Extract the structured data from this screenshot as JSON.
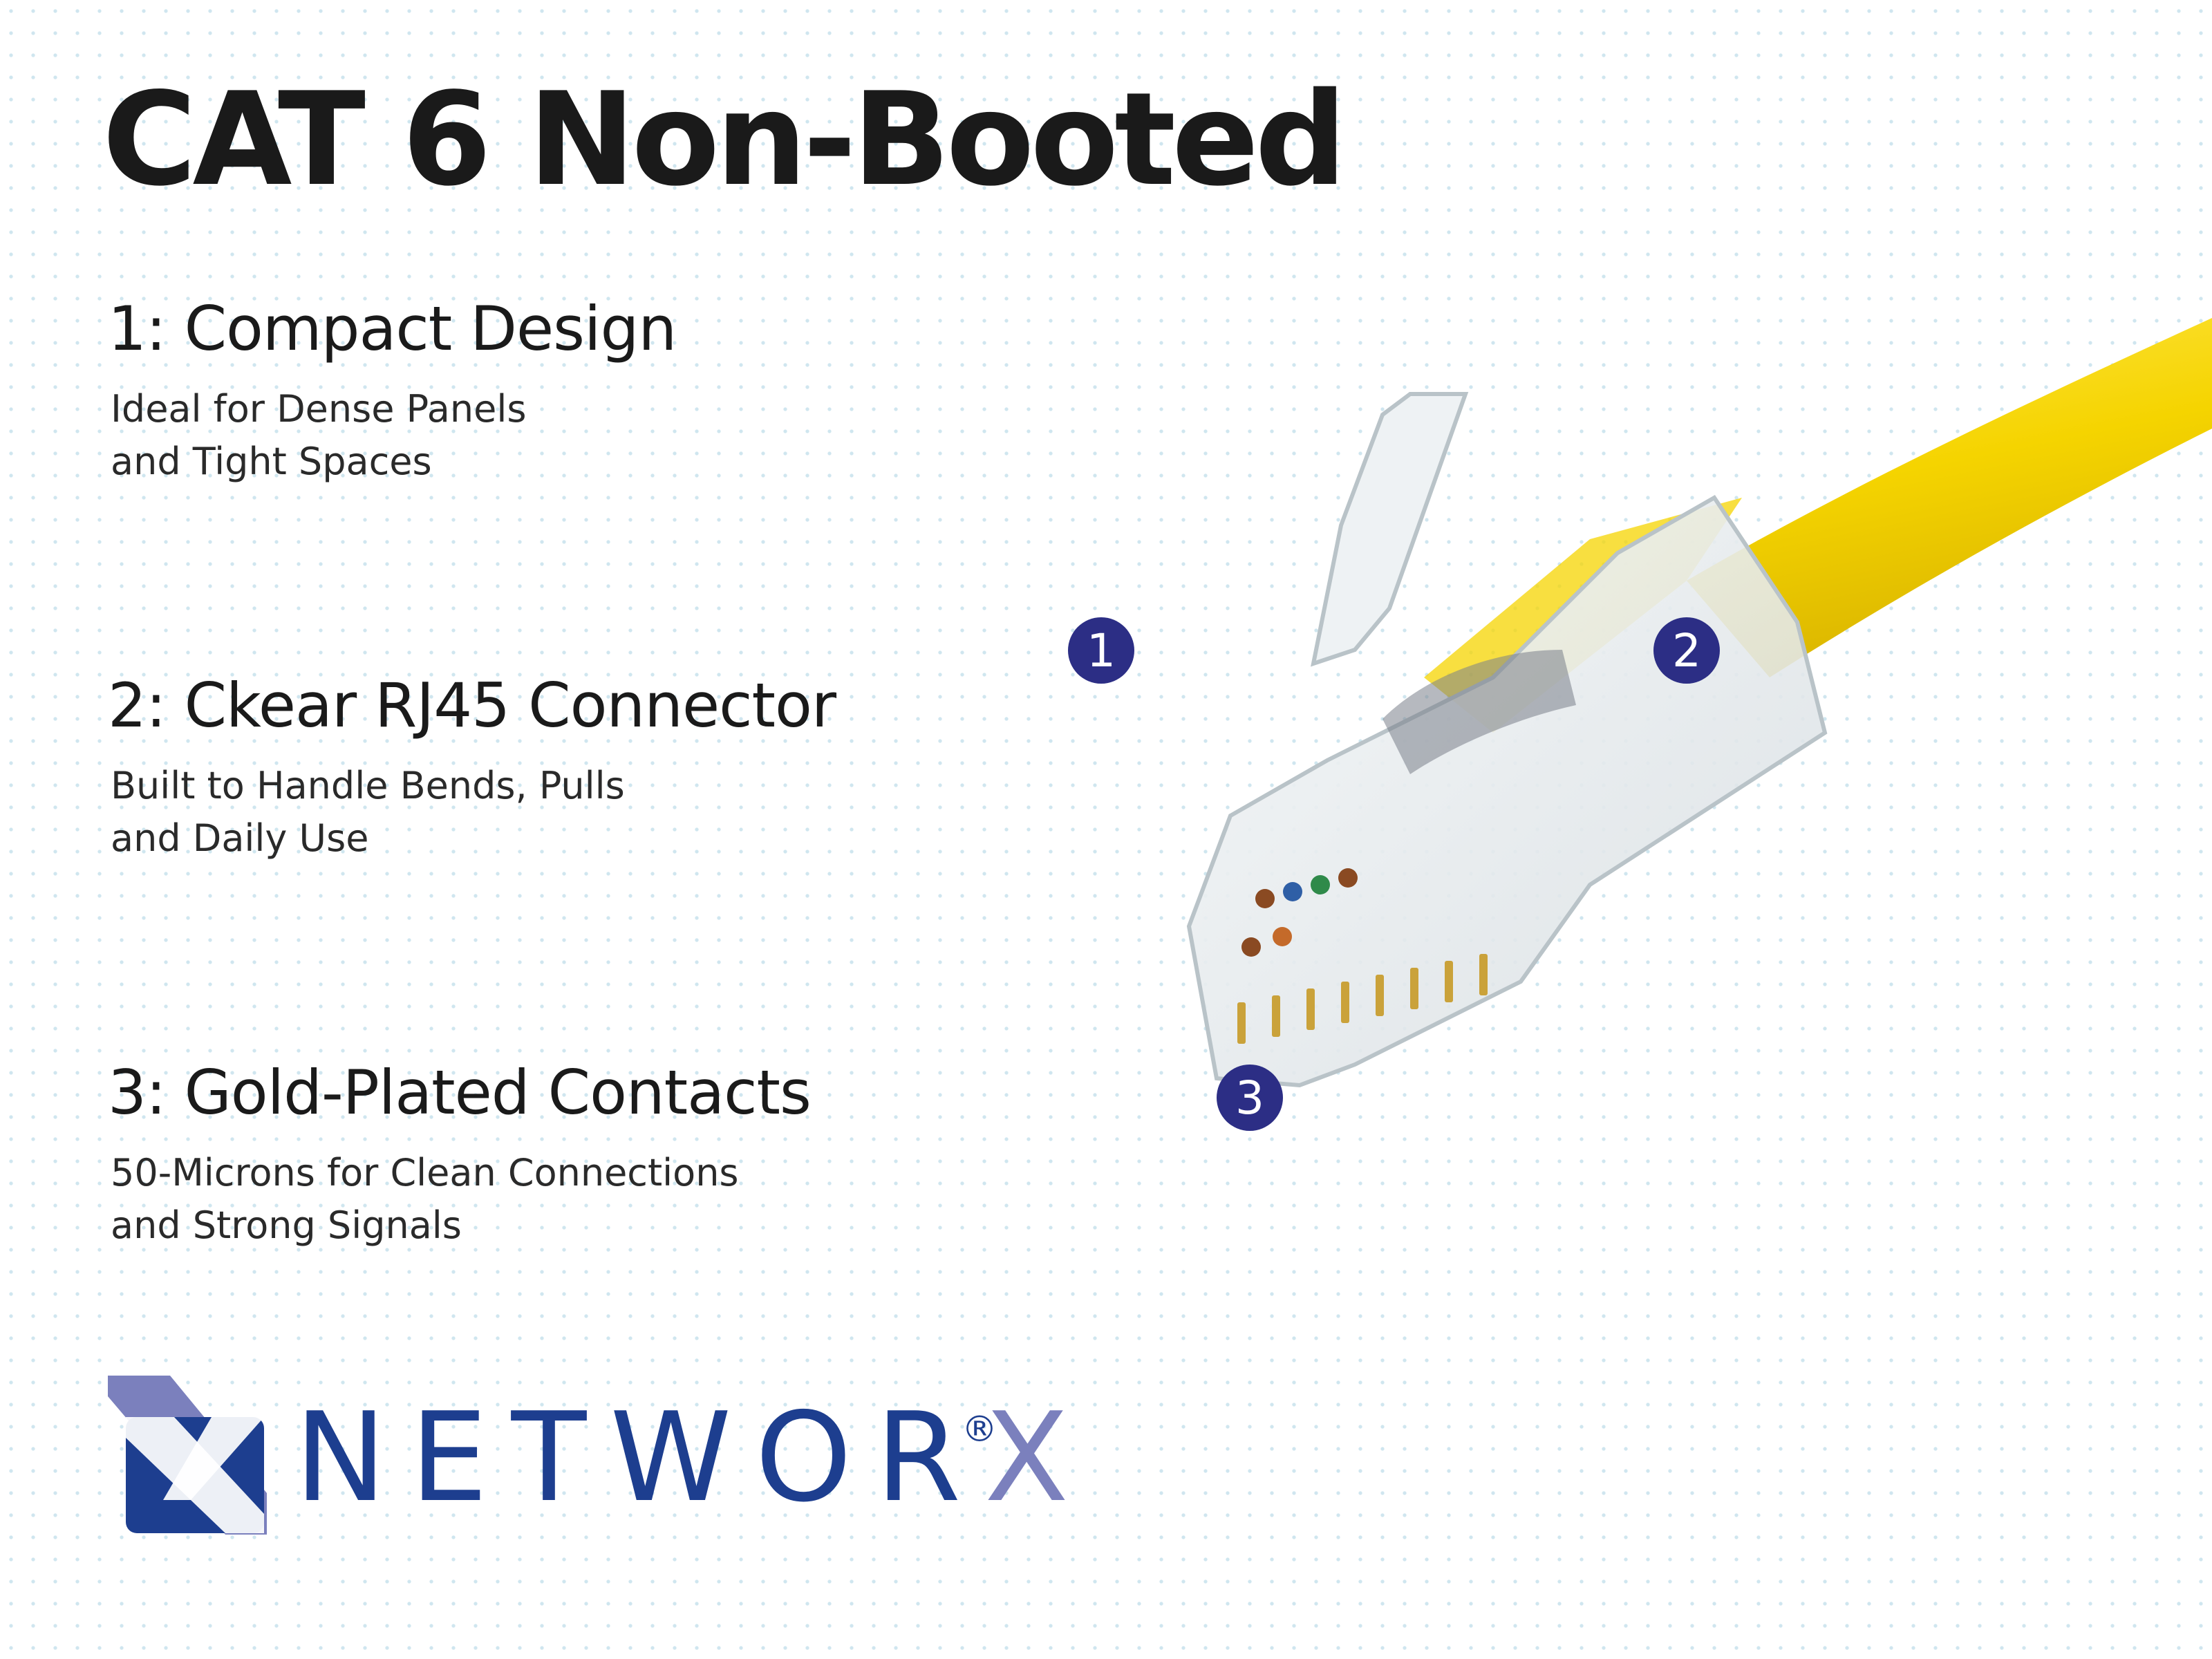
{
  "title": "CAT 6 Non-Booted",
  "features": [
    {
      "heading": "1: Compact Design",
      "lines": [
        "Ideal for Dense Panels",
        "and Tight Spaces"
      ]
    },
    {
      "heading": "2: Ckear RJ45 Connector",
      "lines": [
        "Built to Handle Bends, Pulls",
        "and Daily Use"
      ]
    },
    {
      "heading": "3: Gold-Plated Contacts",
      "lines": [
        "50-Microns for Clean Connections",
        "and Strong Signals"
      ]
    }
  ],
  "markers": [
    "1",
    "2",
    "3"
  ],
  "logo": {
    "text_dark": "NETWOR",
    "text_light": "X",
    "registered": "®"
  },
  "colors": {
    "cable": "#f5d400",
    "marker": "#2c2e85",
    "logo_dark": "#1d3e8f",
    "logo_light": "#7b80bd",
    "dots": "#cfe6ef"
  }
}
